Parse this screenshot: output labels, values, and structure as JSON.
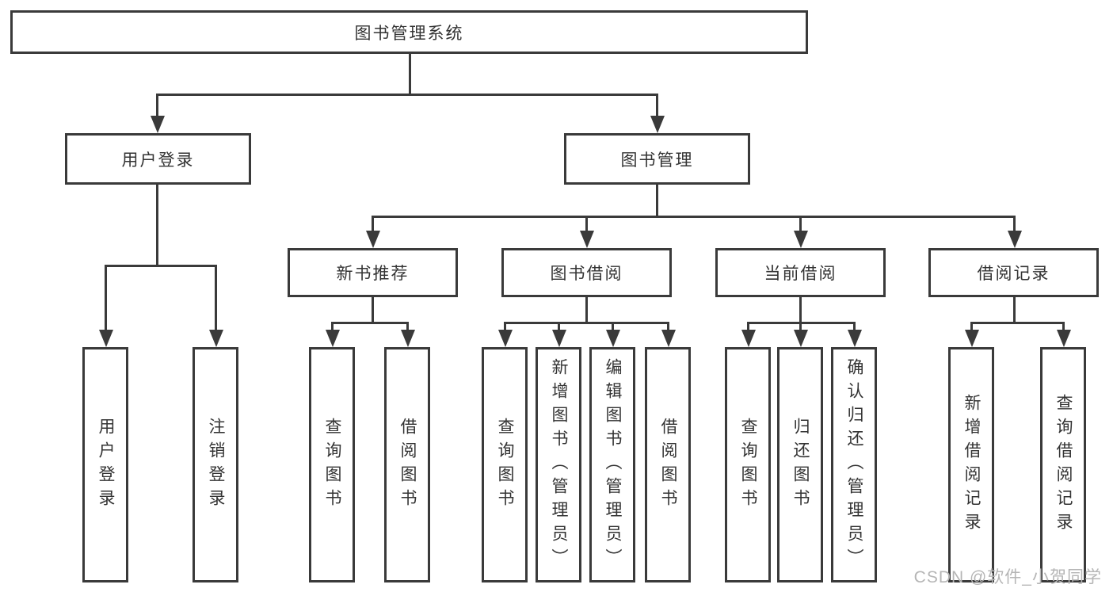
{
  "diagram": {
    "tree": {
      "label": "图书管理系统",
      "children": [
        {
          "label": "用户登录",
          "children": [
            {
              "label": "用户登录"
            },
            {
              "label": "注销登录"
            }
          ]
        },
        {
          "label": "图书管理",
          "children": [
            {
              "label": "新书推荐",
              "children": [
                {
                  "label": "查询图书"
                },
                {
                  "label": "借阅图书"
                }
              ]
            },
            {
              "label": "图书借阅",
              "children": [
                {
                  "label": "查询图书"
                },
                {
                  "label": "新增图书（管理员）"
                },
                {
                  "label": "编辑图书（管理员）"
                },
                {
                  "label": "借阅图书"
                }
              ]
            },
            {
              "label": "当前借阅",
              "children": [
                {
                  "label": "查询图书"
                },
                {
                  "label": "归还图书"
                },
                {
                  "label": "确认归还（管理员）"
                }
              ]
            },
            {
              "label": "借阅记录",
              "children": [
                {
                  "label": "新增借阅记录"
                },
                {
                  "label": "查询借阅记录"
                }
              ]
            }
          ]
        }
      ]
    },
    "colors": {
      "line": "#3a3a3a",
      "text": "#333333",
      "background": "#ffffff",
      "watermark": "#b5b5b5"
    }
  },
  "watermark": {
    "text": "CSDN @软件_小贺同学"
  }
}
